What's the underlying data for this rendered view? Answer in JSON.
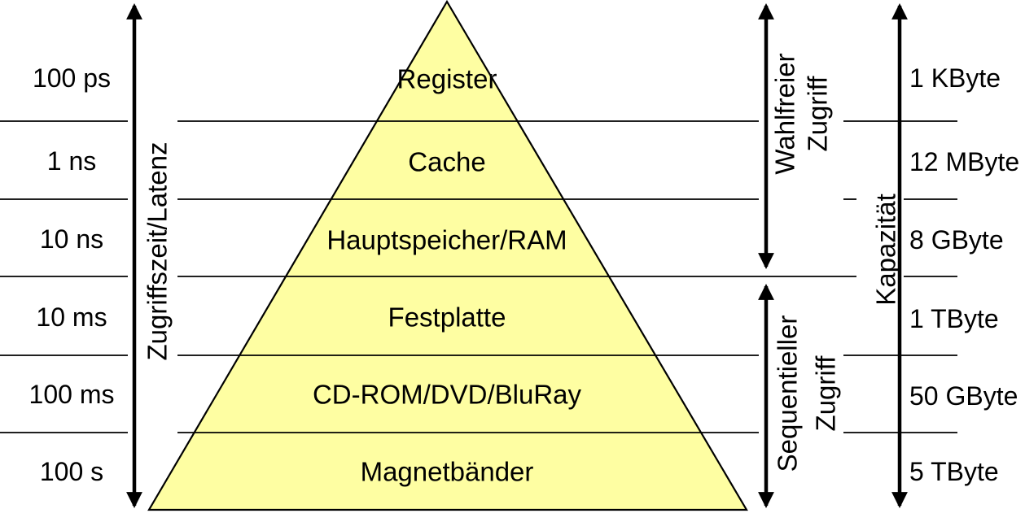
{
  "colors": {
    "pyramid_fill": "#FEFEA2",
    "outline": "#000000",
    "highlight": "#3A66DC"
  },
  "axes": {
    "latency": {
      "label": "Zugriffszeit/Latenz"
    },
    "capacity": {
      "label": "Kapazität"
    },
    "random_access": {
      "line1": "Wahlfreier",
      "line2": "Zugriff"
    },
    "sequential_access": {
      "line1": "Sequentieller",
      "line2": "Zugriff"
    }
  },
  "levels": [
    {
      "name": "Register",
      "latency": "100 ps",
      "capacity": "1 KByte",
      "highlighted": false
    },
    {
      "name": "Cache",
      "latency": "1 ns",
      "capacity": "12 MByte",
      "highlighted": true
    },
    {
      "name": "Hauptspeicher/RAM",
      "latency": "10 ns",
      "capacity": "8 GByte",
      "highlighted": true
    },
    {
      "name": "Festplatte",
      "latency": "10 ms",
      "capacity": "1 TByte",
      "highlighted": false
    },
    {
      "name": "CD-ROM/DVD/BluRay",
      "latency": "100 ms",
      "capacity": "50 GByte",
      "highlighted": false
    },
    {
      "name": "Magnetbänder",
      "latency": "100 s",
      "capacity": "5 TByte",
      "highlighted": false
    }
  ]
}
